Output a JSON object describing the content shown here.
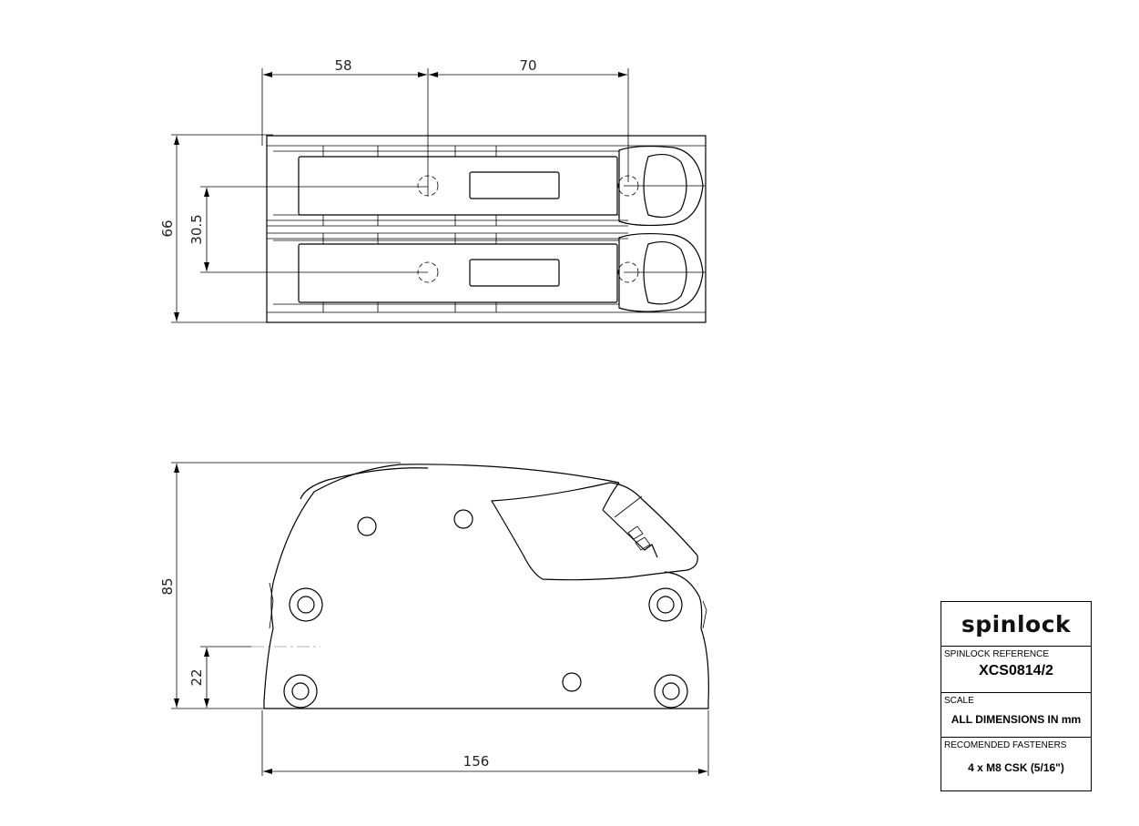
{
  "dimensions": {
    "top_view": {
      "left_span": "58",
      "right_span": "70",
      "overall_width": "66",
      "sheave_spacing": "30.5"
    },
    "side_view": {
      "height": "85",
      "base_height": "22",
      "length": "156"
    }
  },
  "title_block": {
    "logo": "spinlock",
    "reference_label": "SPINLOCK REFERENCE",
    "reference_value": "XCS0814/2",
    "scale_label": "SCALE",
    "scale_value": "ALL DIMENSIONS IN mm",
    "fasteners_label": "RECOMENDED FASTENERS",
    "fasteners_value": "4 x M8 CSK (5/16\")"
  }
}
